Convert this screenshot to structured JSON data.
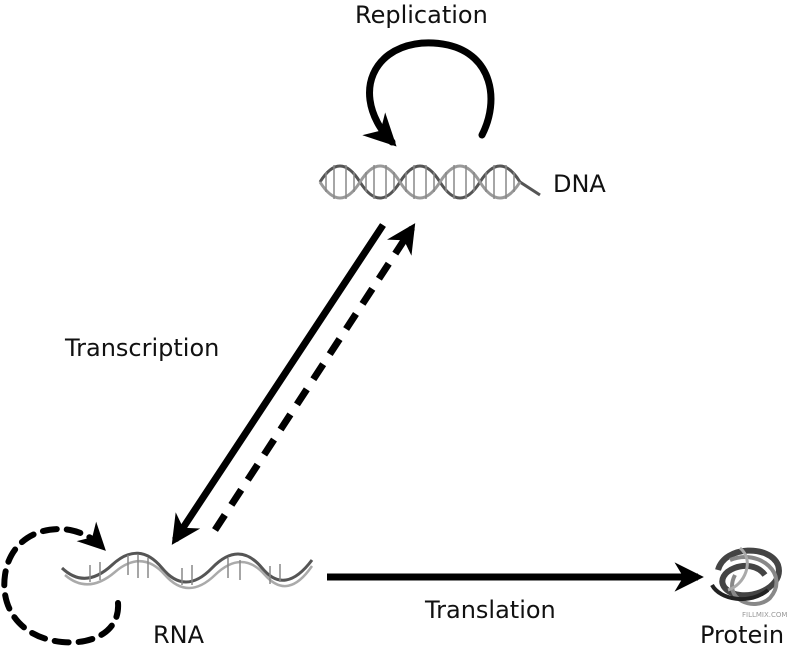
{
  "labels": {
    "replication": "Replication",
    "dna": "DNA",
    "transcription": "Transcription",
    "rna": "RNA",
    "translation": "Translation",
    "protein": "Protein"
  },
  "watermark": "FILLMIX.COM",
  "colors": {
    "stroke": "#000000",
    "helix_light": "#cfcfcf",
    "helix_dark": "#555555",
    "rung": "#888888"
  },
  "icons": [
    "dna-helix-icon",
    "rna-strand-icon",
    "protein-ribbon-icon"
  ]
}
